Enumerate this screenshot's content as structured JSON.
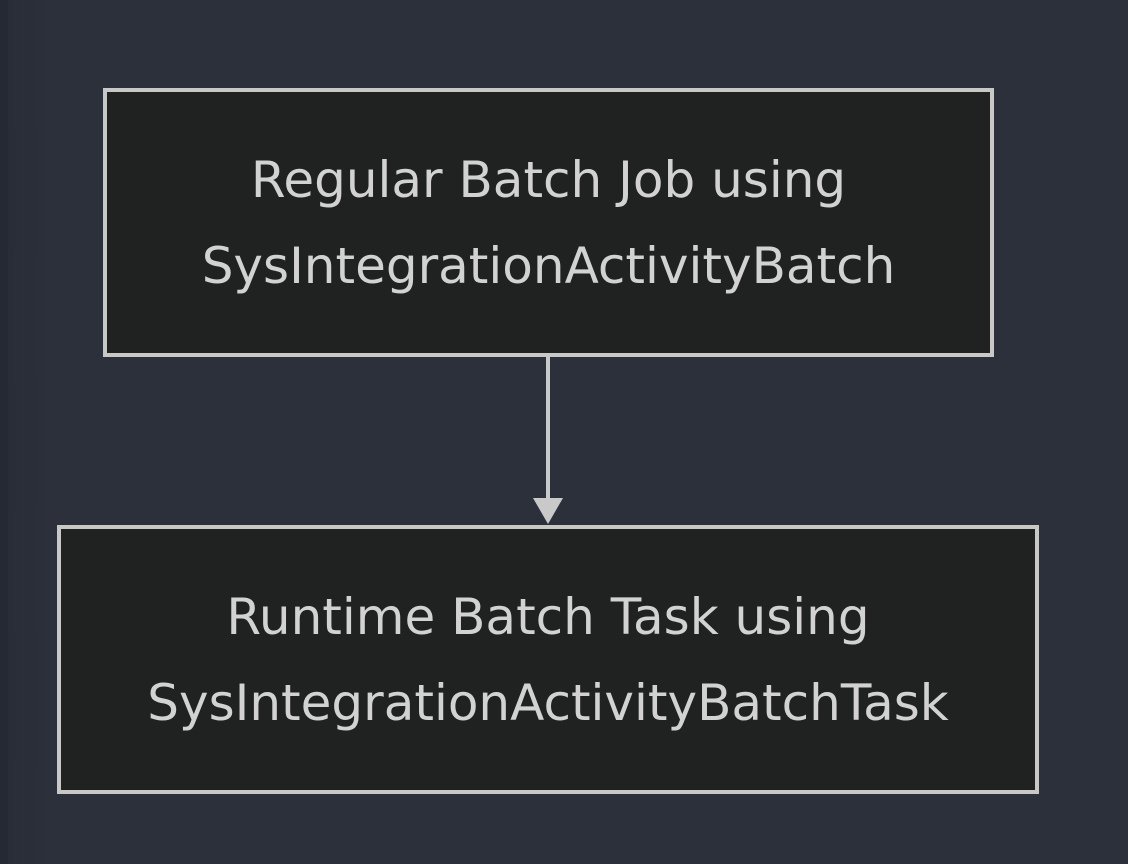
{
  "colors": {
    "background": "#2c303b",
    "node_fill": "#202121",
    "node_border": "#c8c9c6",
    "text": "#d2d2d2",
    "arrow": "#c9c9c9"
  },
  "diagram": {
    "type": "flowchart",
    "nodes": [
      {
        "id": "regular-batch-job",
        "line1": "Regular Batch Job using",
        "line2": "SysIntegrationActivityBatch"
      },
      {
        "id": "runtime-batch-task",
        "line1": "Runtime Batch Task using",
        "line2": "SysIntegrationActivityBatchTask"
      }
    ],
    "connectors": [
      {
        "from": "regular-batch-job",
        "to": "runtime-batch-task",
        "style": "arrow-down"
      }
    ]
  }
}
